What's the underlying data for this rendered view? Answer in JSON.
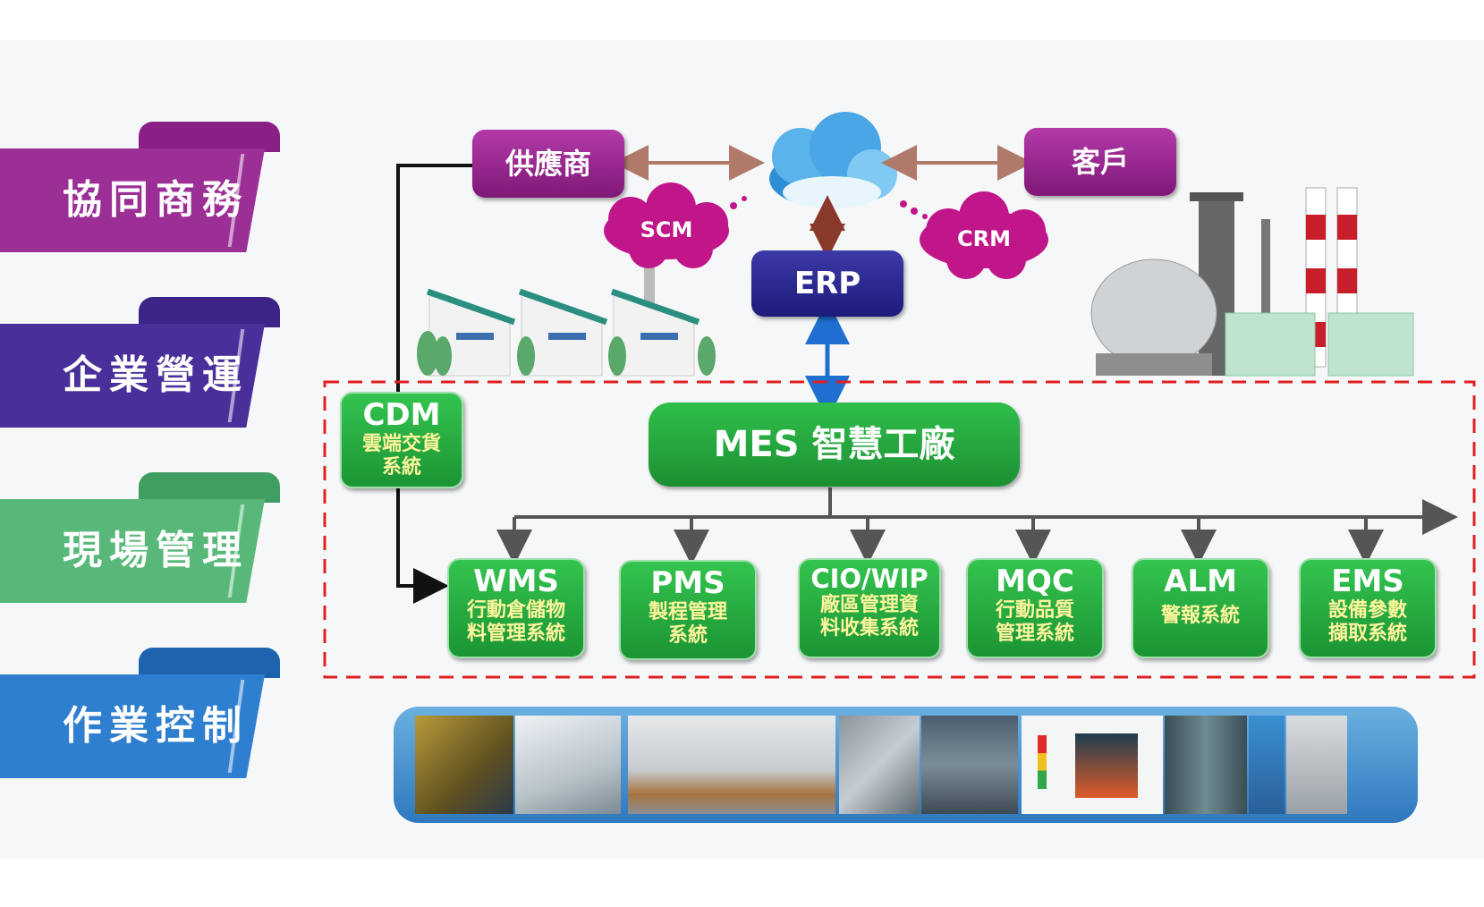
{
  "tiers": [
    {
      "label": "協同商務",
      "color": "#9b2f96",
      "tab": "#8a1f85"
    },
    {
      "label": "企業營運",
      "color": "#4a2f9b",
      "tab": "#3d2587"
    },
    {
      "label": "現場管理",
      "color": "#58b879",
      "tab": "#3f9e62"
    },
    {
      "label": "作業控制",
      "color": "#2f7fd0",
      "tab": "#1e63ad"
    }
  ],
  "top": {
    "supplier": "供應商",
    "customer": "客戶",
    "scm": "SCM",
    "crm": "CRM",
    "erp": "ERP"
  },
  "cdm": {
    "title": "CDM",
    "subtitle_line1": "雲端交貨",
    "subtitle_line2": "系統"
  },
  "mes": {
    "label": "MES 智慧工廠"
  },
  "modules": [
    {
      "title": "WMS",
      "line1": "行動倉儲物",
      "line2": "料管理系統"
    },
    {
      "title": "PMS",
      "line1": "製程管理",
      "line2": "系統"
    },
    {
      "title": "CIO/WIP",
      "line1": "廠區管理資",
      "line2": "料收集系統"
    },
    {
      "title": "MQC",
      "line1": "行動品質",
      "line2": "管理系統"
    },
    {
      "title": "ALM",
      "line1": "警報系統",
      "line2": ""
    },
    {
      "title": "EMS",
      "line1": "設備參數",
      "line2": "擷取系統"
    }
  ],
  "colors": {
    "purple": "#9b2f96",
    "navy": "#2a288f",
    "green": "#27a83f",
    "red_dash": "#e02020",
    "arrow_brown": "#b07a6a",
    "arrow_blue": "#1f6fd0"
  }
}
